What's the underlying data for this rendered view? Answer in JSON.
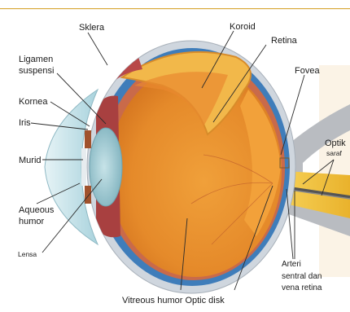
{
  "diagram": {
    "top_rule_color": "#d9a93a",
    "labels": {
      "sklera": "Sklera",
      "koroid": "Koroid",
      "retina": "Retina",
      "fovea": "Fovea",
      "ligamen_line1": "Ligamen",
      "ligamen_line2": "suspensi",
      "kornea": "Kornea",
      "iris": "Iris",
      "murid": "Murid",
      "aqueous_line1": "Aqueous",
      "aqueous_line2": "humor",
      "lensa": "Lensa",
      "optik_line1": "Optik",
      "optik_line2": "saraf",
      "arteri_line1": "Arteri",
      "arteri_line2": "sentral dan",
      "arteri_line3": "vena retina",
      "bottom": "Vitreous humor Optic disk"
    },
    "colors": {
      "sclera": "#c9d2dc",
      "choroid": "#3d79b8",
      "retina": "#f2a93b",
      "vitreous": "#e8902e",
      "cornea": "#bfe0e8",
      "lens": "#8fbfc9",
      "muscle": "#b94a4a",
      "nerve": "#f0c23a",
      "vessel": "#6a6a6a"
    }
  }
}
